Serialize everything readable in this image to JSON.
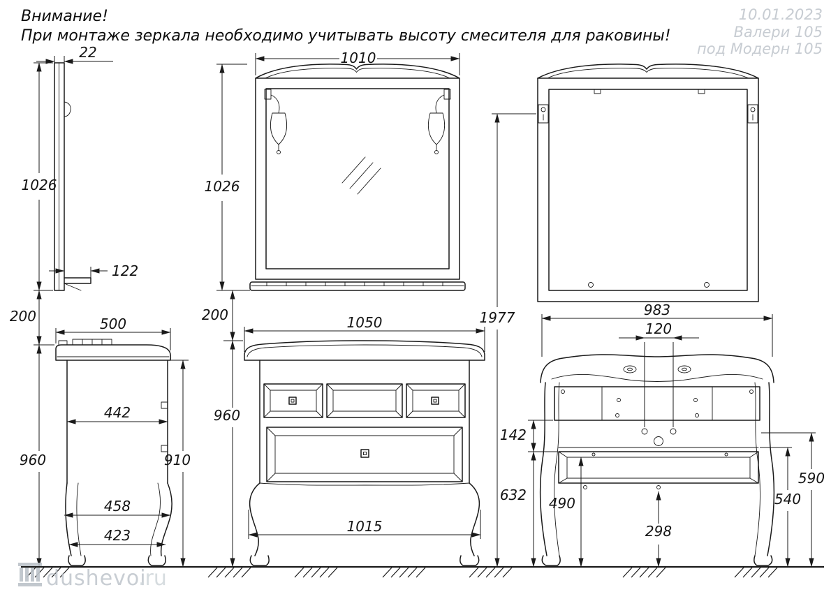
{
  "header": {
    "warning_line1": "Внимание!",
    "warning_line2": "При монтаже зеркала необходимо учитывать высоту смесителя для раковины!"
  },
  "titleblock": {
    "date": "10.01.2023",
    "model": "Валери 105",
    "variant": "под Модерн 105"
  },
  "watermark": {
    "name": "dushevoi",
    "tld": ".ru"
  },
  "colors": {
    "line": "#1a1a1a",
    "titleblock_muted": "#c7ccd2",
    "watermark": "#bcc3c9"
  },
  "dims": {
    "mirror_depth": "22",
    "mirror_height_side": "1026",
    "mirror_shelf_depth": "122",
    "mirror_width": "1010",
    "mirror_height_front": "1026",
    "total_height": "1977",
    "gap_side": "200",
    "vanity_depth": "500",
    "side_inner_width": "442",
    "side_mid_width": "458",
    "side_feet_width": "423",
    "vanity_height_side": "960",
    "side_under_top_height": "910",
    "gap_front": "200",
    "vanity_width_top": "1050",
    "vanity_height_front": "960",
    "vanity_width_feet": "1015",
    "back_width": "983",
    "faucet_holes_spacing": "120",
    "back_gap_height": "142",
    "back_panel_height": "632",
    "back_drawer_height": "490",
    "back_hole_height": "298",
    "back_rail_outer_height": "590",
    "back_rail_inner_height": "540"
  }
}
